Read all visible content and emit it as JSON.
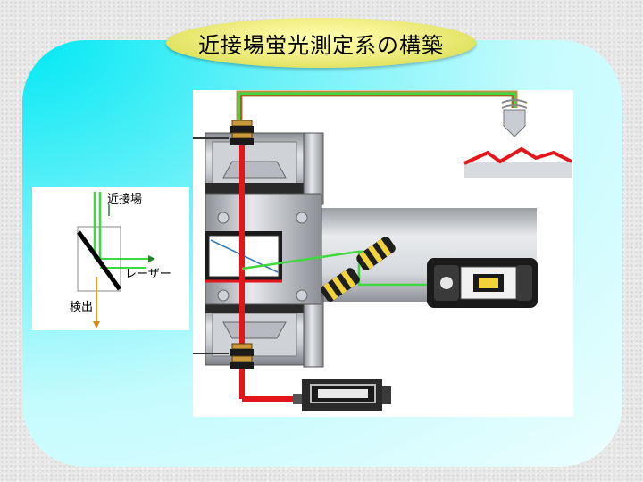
{
  "title": "近接場蛍光測定系の構築",
  "inset": {
    "label_near_field": "近接場",
    "label_laser": "レーザー",
    "label_detection": "検出"
  },
  "colors": {
    "beam_red": "#e4161c",
    "beam_green": "#3fd93f",
    "beam_orange": "#f0a020",
    "title_badge": "#eef07a",
    "panel_cyan": "#00e8f4"
  }
}
